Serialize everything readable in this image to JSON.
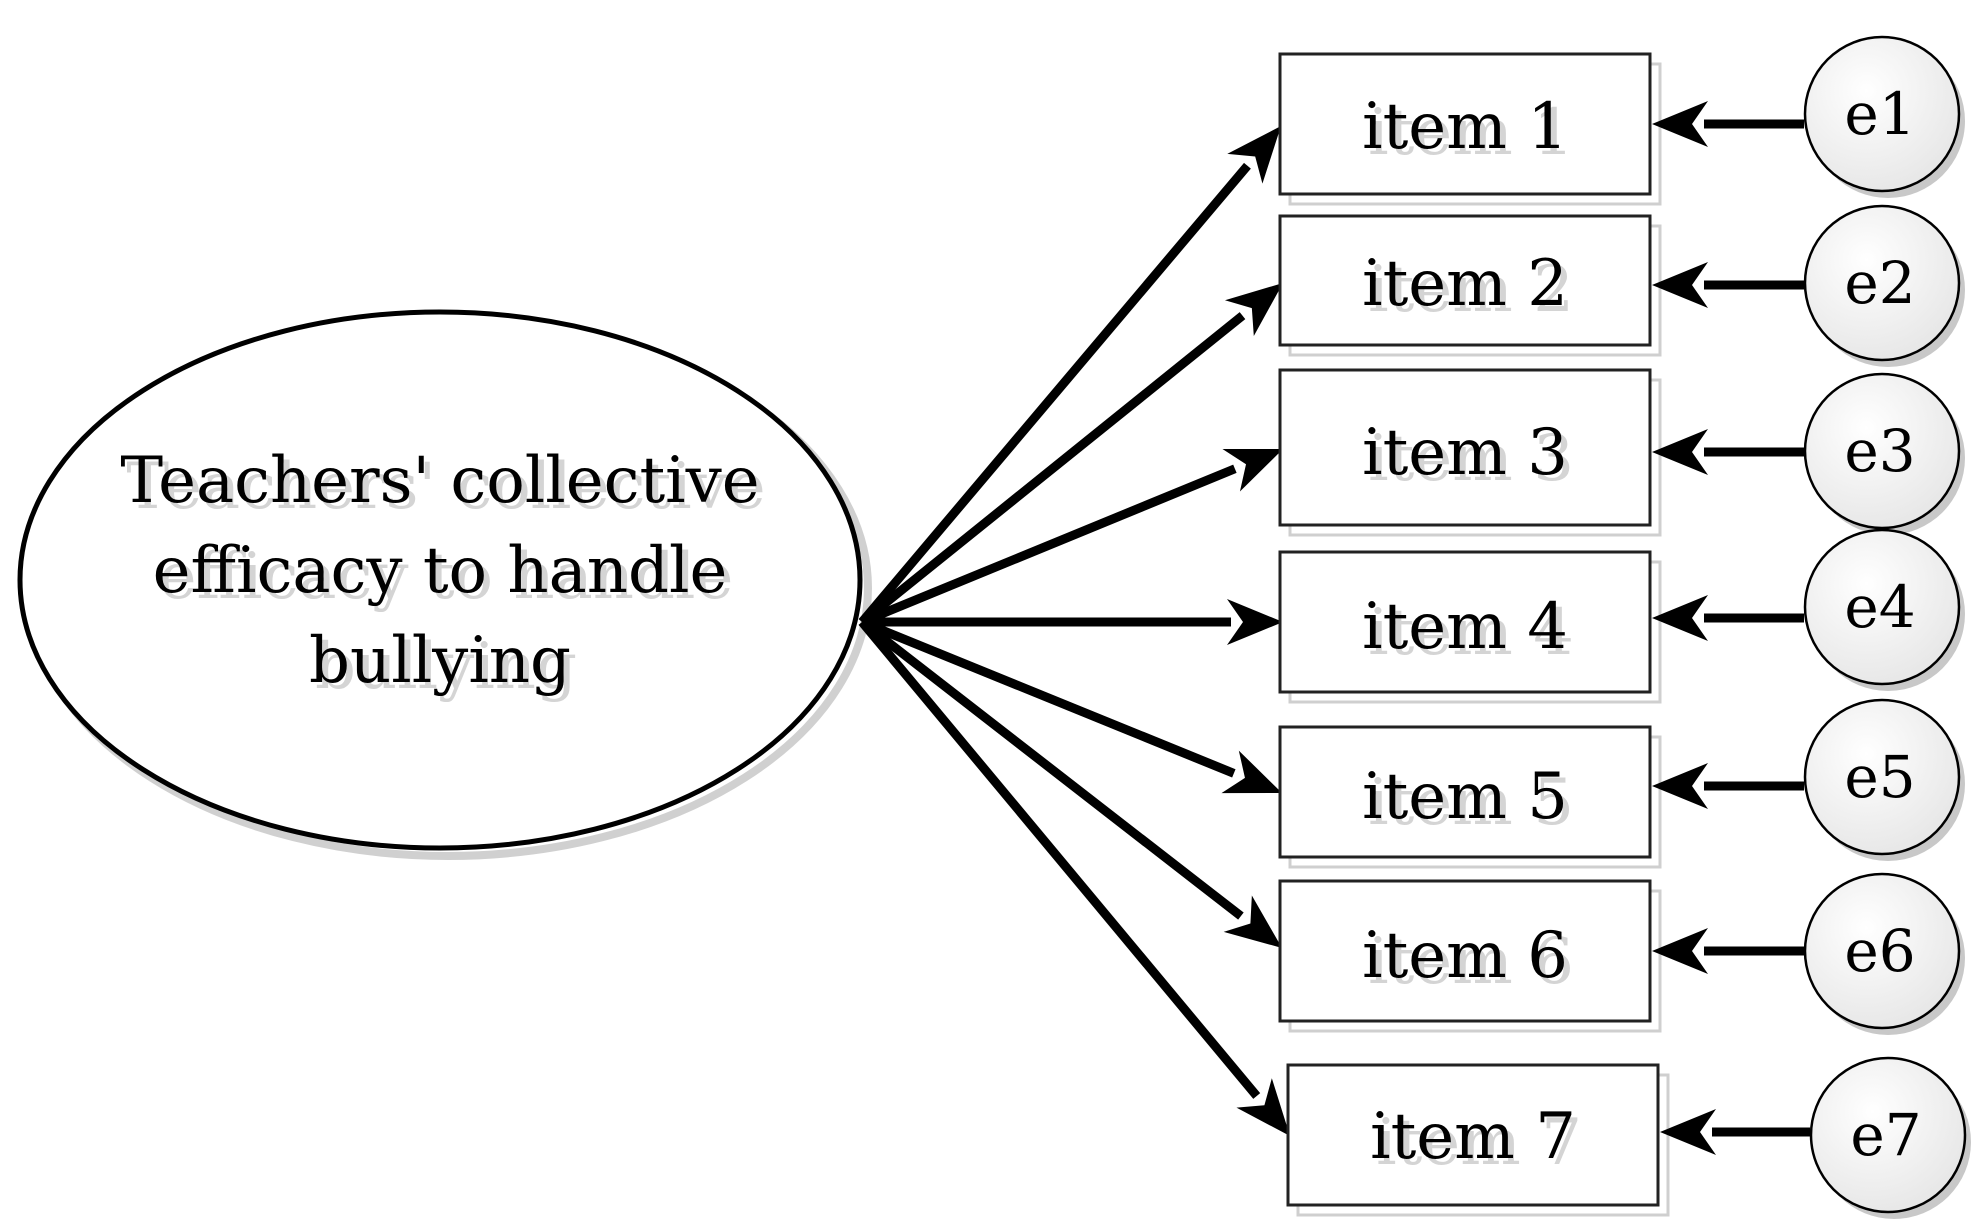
{
  "latent": {
    "label_lines": [
      "Teachers' collective",
      "efficacy to handle",
      "bullying"
    ]
  },
  "items": [
    {
      "label": "item 1",
      "error": "e1"
    },
    {
      "label": "item 2",
      "error": "e2"
    },
    {
      "label": "item 3",
      "error": "e3"
    },
    {
      "label": "item 4",
      "error": "e4"
    },
    {
      "label": "item 5",
      "error": "e5"
    },
    {
      "label": "item 6",
      "error": "e6"
    },
    {
      "label": "item 7",
      "error": "e7"
    }
  ],
  "colors": {
    "stroke": "#000000",
    "shadow": "#cfcfcf",
    "error_fill": "#f0f0f0",
    "background": "#ffffff"
  }
}
